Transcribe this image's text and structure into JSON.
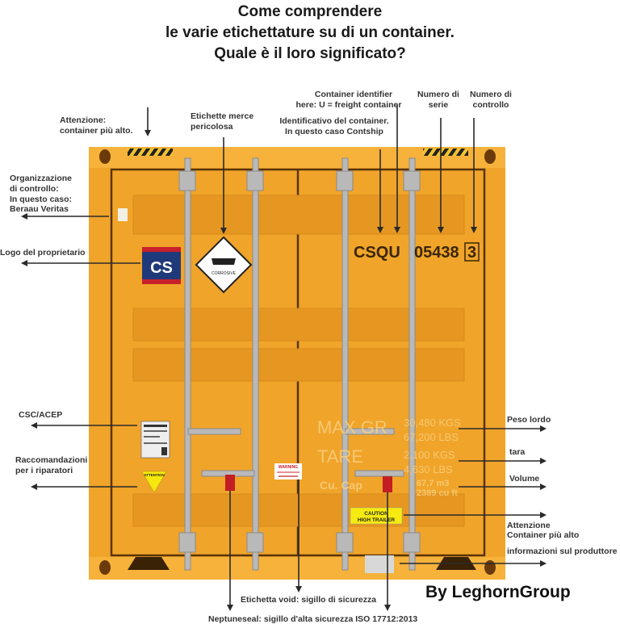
{
  "title": {
    "line1": "Come comprendere",
    "line2": "le varie etichettature su di un container.",
    "line3": "Quale è il loro significato?"
  },
  "labels": {
    "attenzione_top": [
      "Attenzione:",
      "container più alto."
    ],
    "organizzazione": [
      "Organizzazione",
      "di controllo:",
      "In questo caso:",
      "Beraau Veritas"
    ],
    "logo_proprietario": "Logo del proprietario",
    "etichette_merce": [
      "Etichette merce",
      "pericolosa"
    ],
    "container_identifier": [
      "Container identifier",
      "here: U = freight container"
    ],
    "identificativo": [
      "Identificativo del container.",
      "In questo caso Contship"
    ],
    "numero_serie": [
      "Numero di",
      "serie"
    ],
    "numero_controllo": [
      "Numero di",
      "controllo"
    ],
    "csc": "CSC/ACEP",
    "raccomandazioni": [
      "Raccomandazioni",
      "per i riparatori"
    ],
    "peso_lordo": "Peso lordo",
    "tara": "tara",
    "volume": "Volume",
    "attenzione_alto": [
      "Attenzione",
      "Container più alto"
    ],
    "produttore": "informazioni sul produttore",
    "etichetta_void": "Etichetta void: sigillo di sicurezza",
    "neptuneseal": "Neptuneseal: sigillo d'alta sicurezza ISO 17712:2013"
  },
  "container": {
    "color": "#f0a42a",
    "owner_code": "CSQU",
    "serial": "05438",
    "check_digit": "3",
    "logo_text": "CS",
    "hazard_text": "CORROSIVE",
    "max_gr_label": "MAX GR",
    "tare_label": "TARE",
    "cu_cap_label": "Cu. Cap",
    "max_gr_kgs": "30,480 KGS",
    "max_gr_lbs": "67,200 LBS",
    "tare_kgs": "2,100 KGS",
    "tare_lbs": "4,630 LBS",
    "cap_m3": "67,7 m3",
    "cap_cuft": "2389 cu ft",
    "caution": [
      "CAUTION",
      "HIGH TRAILER"
    ],
    "warning": "WARNING",
    "attention": "ATTENTION"
  },
  "footer": "By LeghornGroup"
}
